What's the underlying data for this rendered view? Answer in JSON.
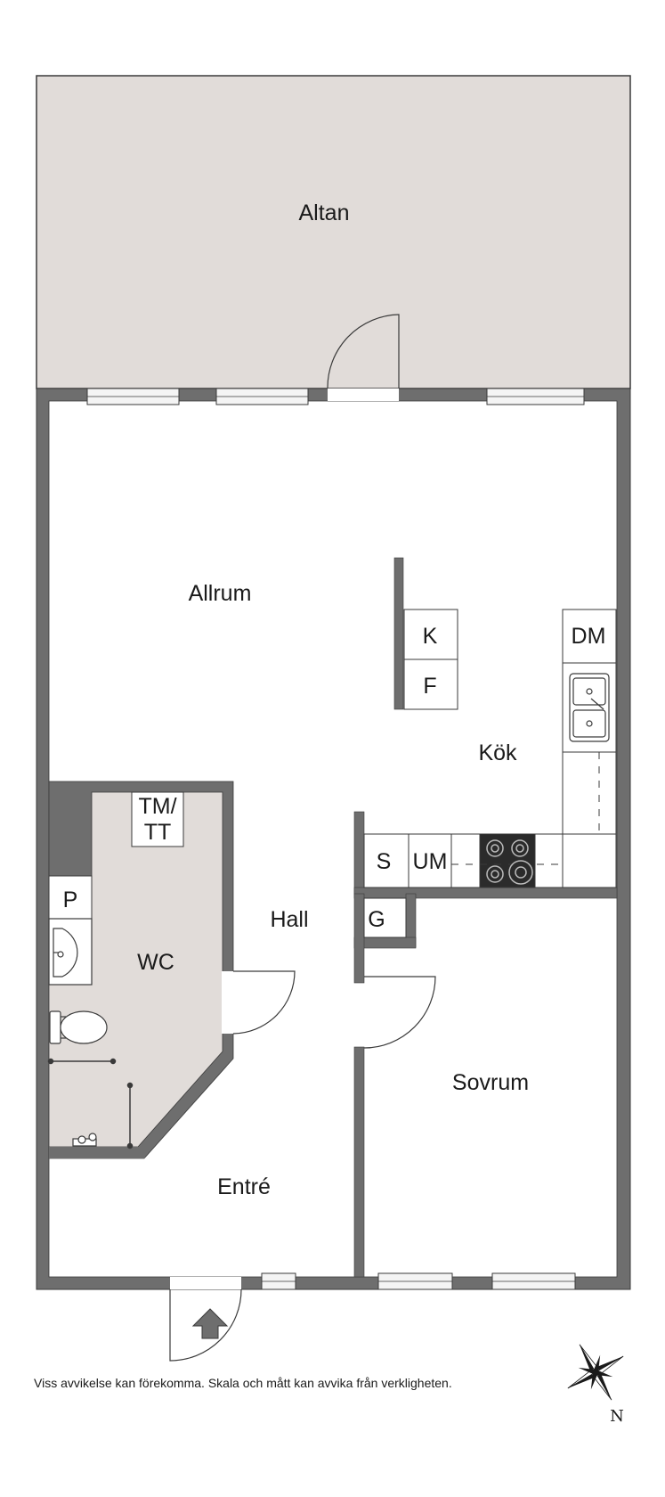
{
  "rooms": {
    "altan": "Altan",
    "allrum": "Allrum",
    "kok": "Kök",
    "hall": "Hall",
    "wc": "WC",
    "entre": "Entré",
    "sovrum": "Sovrum"
  },
  "fixtures": {
    "kyl": "K",
    "frys": "F",
    "diskmaskin": "DM",
    "skap": "S",
    "ugn": "UM",
    "garderob": "G",
    "tvatt_line1": "TM/",
    "tvatt_line2": "TT",
    "pelare": "P"
  },
  "compass": {
    "north": "N"
  },
  "disclaimer": "Viss avvikelse kan förekomma. Skala och mått kan avvika från verkligheten.",
  "colors": {
    "wall": "#6e6e6e",
    "wall_edge": "#3a3a3a",
    "shaded_floor": "#e1dcd9",
    "floor": "#ffffff",
    "window": "#f4f4f4",
    "stove": "#2b2b2b"
  }
}
